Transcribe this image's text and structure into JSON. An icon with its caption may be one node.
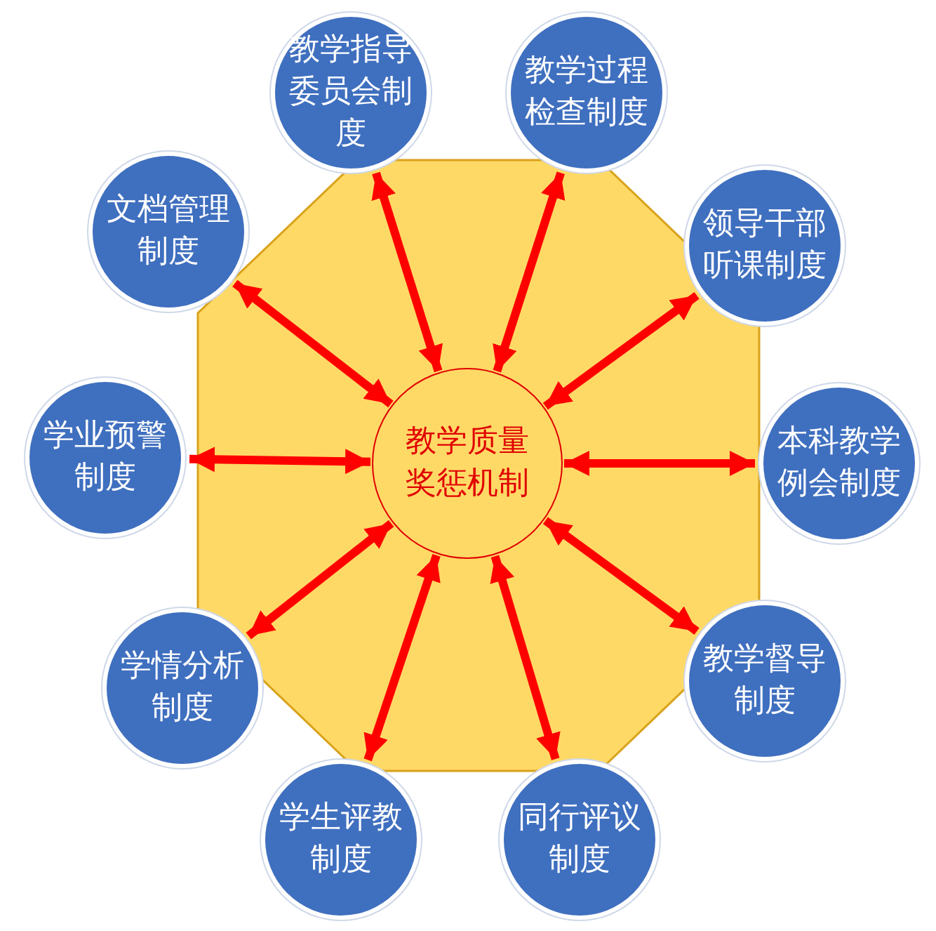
{
  "diagram": {
    "nodes": [
      {
        "text": [],
        "shape": "octagon"
      },
      {
        "text": [
          "教学质量奖惩机制"
        ],
        "in": 0
      },
      {
        "text": [
          "教学指导委员会制度"
        ]
      },
      {
        "text": [
          "教学过程检查制度"
        ]
      },
      {
        "text": [
          "文档管理制度"
        ]
      },
      {
        "text": [
          "领导干部听课制度"
        ]
      },
      {
        "text": [
          "学业预警制度"
        ]
      },
      {
        "text": [
          "本科教学例会制度"
        ]
      },
      {
        "text": [
          "学情分析制度"
        ]
      },
      {
        "text": [
          "教学督导制度"
        ]
      },
      {
        "text": [
          "学生评教制度"
        ]
      },
      {
        "text": [
          "同行评议制度"
        ]
      }
    ],
    "edges": [
      {
        "from": 1,
        "to": 2,
        "arrow": "both"
      },
      {
        "from": 1,
        "to": 3,
        "arrow": "both"
      },
      {
        "from": 1,
        "to": 4,
        "arrow": "both"
      },
      {
        "from": 1,
        "to": 5,
        "arrow": "both"
      },
      {
        "from": 1,
        "to": 6,
        "arrow": "both"
      },
      {
        "from": 1,
        "to": 7,
        "arrow": "both"
      },
      {
        "from": 1,
        "to": 8,
        "arrow": "both"
      },
      {
        "from": 1,
        "to": 9,
        "arrow": "both"
      },
      {
        "from": 1,
        "to": 10,
        "arrow": "both"
      },
      {
        "from": 1,
        "to": 11,
        "arrow": "both"
      }
    ]
  }
}
